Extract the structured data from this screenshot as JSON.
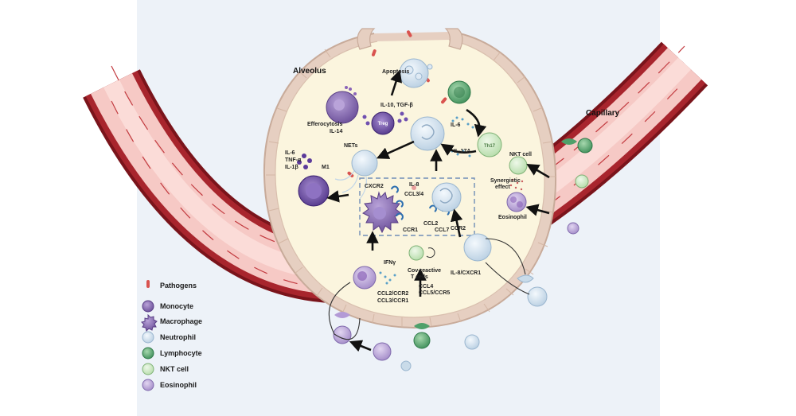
{
  "labels": {
    "alveolus": "Alveolus",
    "capillary": "Capillary",
    "apoptosis": "Apoptosis",
    "efferocytosis": "Efferocytosis",
    "il14": "IL-14",
    "treg": "Treg",
    "il10_tgfb": "IL-10, TGF-β",
    "il6_top": "IL-6",
    "th17": "Th17",
    "il17a": "IL-17A",
    "nets": "NETs",
    "il6": "IL-6",
    "tnfa": "TNF-α",
    "il1b": "IL-1β",
    "m1": "M1",
    "cxcr2": "CXCR2",
    "il8": "IL-8",
    "ccl34": "CCL3/4",
    "ccr1": "CCR1",
    "ccl2": "CCL2",
    "ccl7": "CCL7",
    "ccr2": "CCR2",
    "nkt_cell": "NKT cell",
    "synergistic": "Synergistic",
    "effect": "effect",
    "eosinophil": "Eosinophil",
    "ifng": "IFNγ",
    "cov_reactive": "Cov-reactive",
    "t_cells": "T cells",
    "ccl4": "CCL4",
    "ccl5_ccr5": "CCL5/CCR5",
    "il8_cxcr1": "IL-8/CXCR1",
    "ccl2_ccr2": "CCL2/CCR2",
    "ccl3_ccr1": "CCL3/CCR1"
  },
  "legend": [
    {
      "label": "Pathogens",
      "icon": "pathogen-icon",
      "color": "#d9534f"
    },
    {
      "label": "Monocyte",
      "icon": "monocyte-icon",
      "color": "#8a63b8"
    },
    {
      "label": "Macrophage",
      "icon": "macrophage-icon",
      "color": "#7d64a8"
    },
    {
      "label": "Neutrophil",
      "icon": "neutrophil-icon",
      "color": "#c9dbe9"
    },
    {
      "label": "Lymphocyte",
      "icon": "lymphocyte-icon",
      "color": "#4fa06a"
    },
    {
      "label": "NKT cell",
      "icon": "nkt-cell-icon",
      "color": "#bde3b4"
    },
    {
      "label": "Eosinophil",
      "icon": "eosinophil-icon",
      "color": "#b39ad6"
    }
  ],
  "colors": {
    "vessel_dark": "#8b1a22",
    "vessel_lumen": "#f6c9c5",
    "alveolus_fill": "#fbf5de",
    "alveolus_wall": "#e6cfc1",
    "background_panel": "#edf2f8"
  }
}
